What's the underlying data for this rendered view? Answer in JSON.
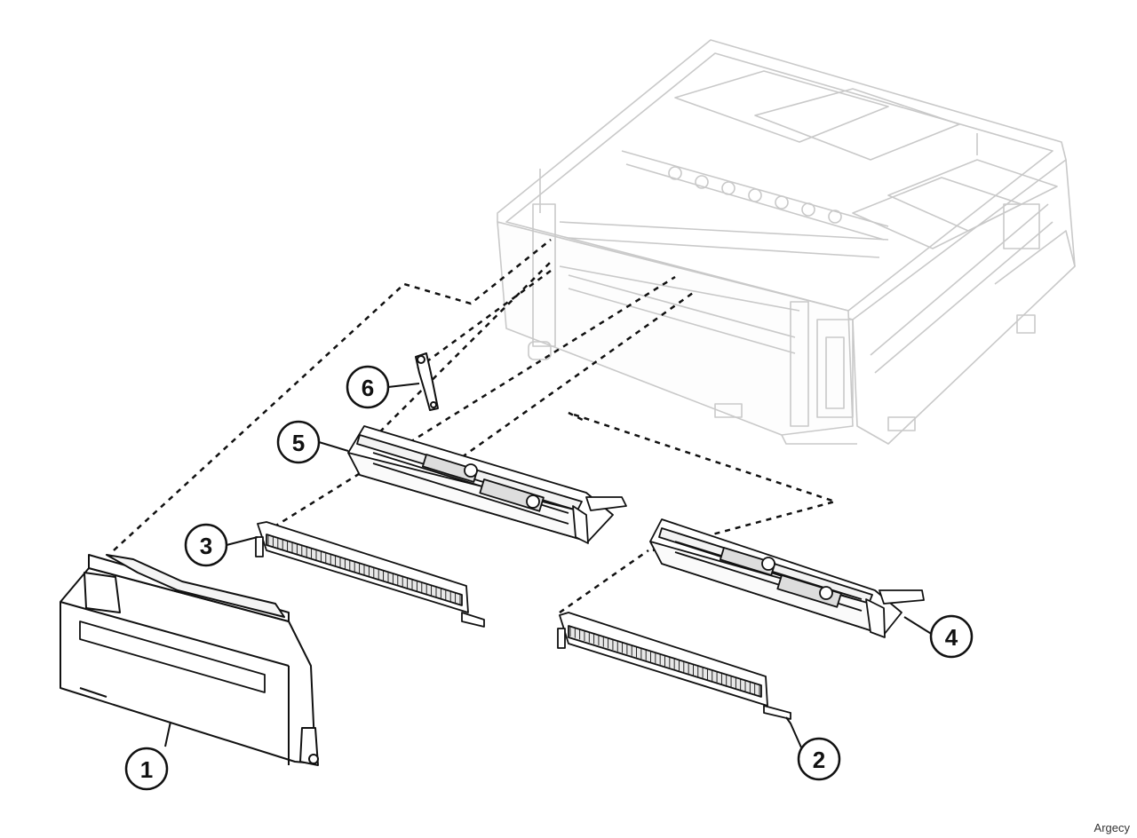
{
  "callouts": [
    {
      "id": "1",
      "label": "1"
    },
    {
      "id": "2",
      "label": "2"
    },
    {
      "id": "3",
      "label": "3"
    },
    {
      "id": "4",
      "label": "4"
    },
    {
      "id": "5",
      "label": "5"
    },
    {
      "id": "6",
      "label": "6"
    }
  ],
  "watermark": "Argecy",
  "colors": {
    "line": "#111111",
    "ghost": "#c9c9c9",
    "background": "#ffffff"
  }
}
